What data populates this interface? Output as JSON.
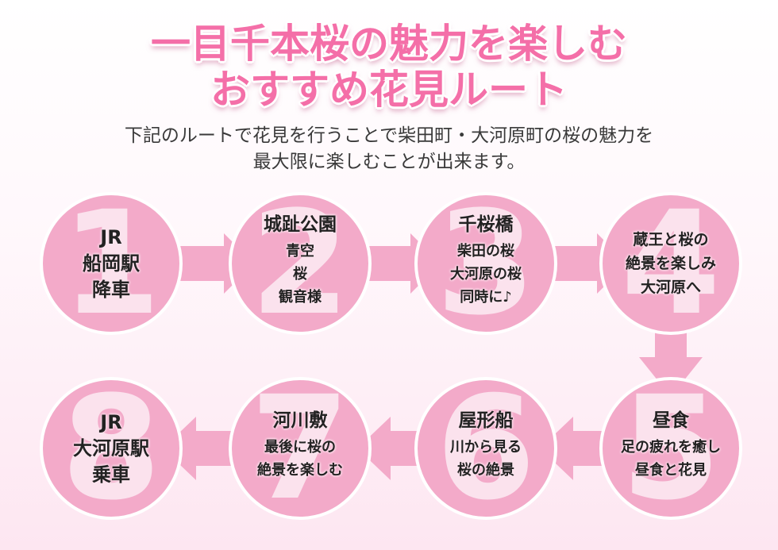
{
  "header": {
    "title_line1": "一目千本桜の魅力を楽しむ",
    "title_line2": "おすすめ花見ルート",
    "intro_line1": "下記のルートで花見を行うことで柴田町・大河原町の桜の魅力を",
    "intro_line2": "最大限に楽しむことが出来ます。"
  },
  "colors": {
    "circle": "#f3aac9",
    "circle_border": "#ffffff",
    "numeral": "#fbe2ed",
    "arrow": "#f3aac9",
    "title": "#f46fa8",
    "text": "#222222"
  },
  "steps": [
    {
      "number": "1",
      "lines": [
        "JR",
        "船岡駅",
        "降車"
      ]
    },
    {
      "number": "2",
      "heading": "城趾公園",
      "lines": [
        "青空",
        "桜",
        "観音様"
      ]
    },
    {
      "number": "3",
      "heading": "千桜橋",
      "lines": [
        "柴田の桜",
        "大河原の桜",
        "同時に♪"
      ]
    },
    {
      "number": "4",
      "lines": [
        "蔵王と桜の",
        "絶景を楽しみ",
        "大河原へ"
      ]
    },
    {
      "number": "5",
      "heading": "昼食",
      "lines": [
        "足の疲れを癒し",
        "昼食と花見"
      ]
    },
    {
      "number": "6",
      "heading": "屋形船",
      "lines": [
        "川から見る",
        "桜の絶景"
      ]
    },
    {
      "number": "7",
      "heading": "河川敷",
      "lines": [
        "最後に桜の",
        "絶景を楽しむ"
      ]
    },
    {
      "number": "8",
      "lines": [
        "JR",
        "大河原駅",
        "乗車"
      ]
    }
  ]
}
